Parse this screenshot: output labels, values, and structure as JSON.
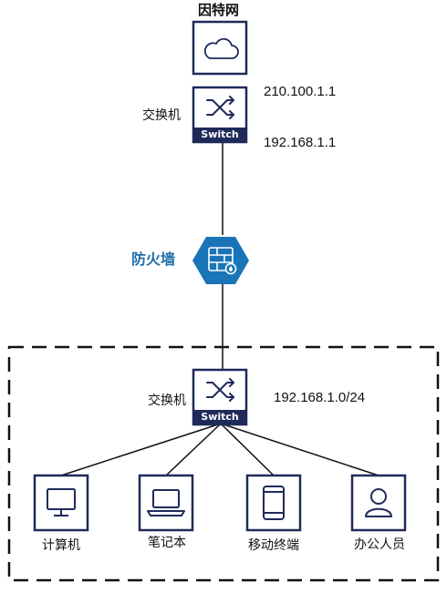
{
  "internet": {
    "label": "因特网",
    "icon": "cloud-icon"
  },
  "top_switch": {
    "label": "交换机",
    "badge": "Switch",
    "wan_ip": "210.100.1.1",
    "lan_ip": "192.168.1.1",
    "icon": "switch-icon"
  },
  "firewall": {
    "label": "防火墙",
    "icon": "firewall-icon",
    "color": "#1a74b8"
  },
  "lan": {
    "switch": {
      "label": "交换机",
      "badge": "Switch",
      "subnet": "192.168.1.0/24",
      "icon": "switch-icon"
    },
    "devices": [
      {
        "label": "计算机",
        "icon": "monitor-icon"
      },
      {
        "label": "笔记本",
        "icon": "laptop-icon"
      },
      {
        "label": "移动终端",
        "icon": "mobile-icon"
      },
      {
        "label": "办公人员",
        "icon": "user-icon"
      }
    ]
  },
  "colors": {
    "navy": "#1f2a5a",
    "firewall_blue": "#1a74b8",
    "line": "#111111"
  }
}
